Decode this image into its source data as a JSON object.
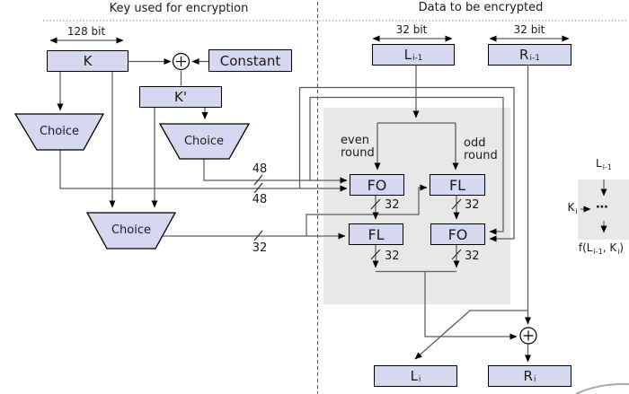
{
  "colors": {
    "bg": "#ffffff",
    "box_fill": "#d7d7f0",
    "box_border": "#000000",
    "panel": "#e8e8e8",
    "line": "#5a5a5a",
    "arrow": "#000000",
    "dotted": "#888888",
    "arc": "#aaaaaa",
    "text": "#1a1a1a"
  },
  "header": {
    "left_title": "Key used for encryption",
    "right_title": "Data to be encrypted"
  },
  "key_side": {
    "width_label": "128 bit",
    "k_box": "K",
    "constant_box": "Constant",
    "k_prime_box": "K'",
    "choice1": "Choice",
    "choice2": "Choice",
    "choice3": "Choice",
    "bus48_top": "48",
    "bus48_bottom": "48",
    "bus32": "32"
  },
  "data_side": {
    "width_label_left": "32 bit",
    "width_label_right": "32 bit",
    "l_prev_base": "L",
    "l_prev_sub": "i-1",
    "r_prev_base": "R",
    "r_prev_sub": "i-1",
    "even_line1": "even",
    "even_line2": "round",
    "odd_line1": "odd",
    "odd_line2": "round",
    "fo_top": "FO",
    "fl_top": "FL",
    "fl_bottom": "FL",
    "fo_bottom": "FO",
    "w_fo_top": "32",
    "w_fl_top": "32",
    "w_fl_bottom": "32",
    "w_fo_bottom": "32",
    "l_next_base": "L",
    "l_next_sub": "i",
    "r_next_base": "R",
    "r_next_sub": "i"
  },
  "mini_diagram": {
    "l_label_base": "L",
    "l_label_sub": "i-1",
    "k_label_base": "K",
    "k_label_sub": "i",
    "dots": "⋯",
    "f_p1": "f(L",
    "f_s1": "i-1",
    "f_p2": ", K",
    "f_s2": "i",
    "f_p3": ")"
  },
  "icons": {
    "xor_top": "circle-plus",
    "xor_bottom": "circle-plus"
  }
}
